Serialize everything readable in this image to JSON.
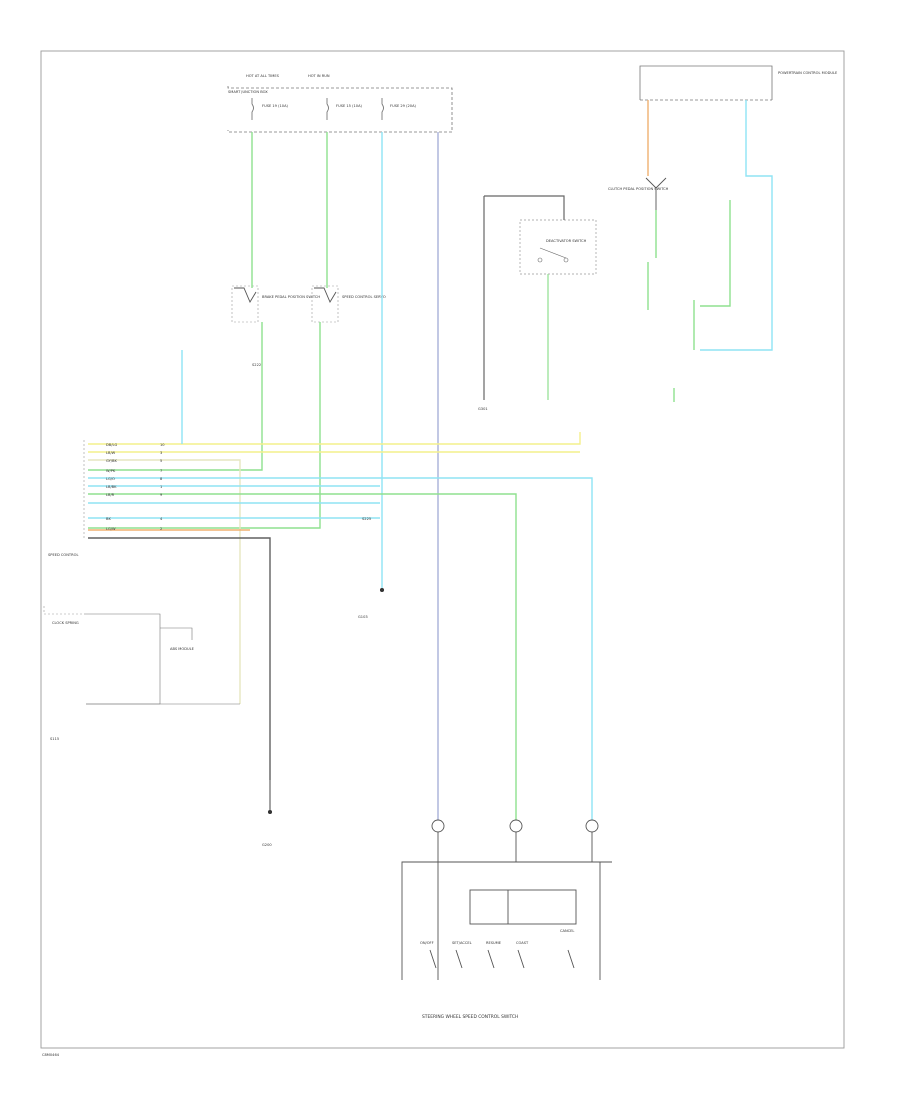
{
  "title": "STEERING WHEEL SPEED CONTROL SWITCH",
  "footer_code": "C8M0464",
  "colors": {
    "green": "#8fe08f",
    "cyan": "#8fe4f4",
    "yellow": "#f4f08c",
    "blue_gray": "#a8b0d8",
    "orange": "#f0b070",
    "dark_gray": "#606060",
    "black": "#222222"
  },
  "labels": {
    "fuse_block": "SMART JUNCTION BOX",
    "fuse_a": "FUSE 19 (10A)",
    "fuse_b": "FUSE 15 (10A)",
    "fuse_c": "FUSE 29 (20A)",
    "hot_a": "HOT AT ALL TIMES",
    "hot_b": "HOT IN RUN",
    "pcm": "POWERTRAIN CONTROL MODULE",
    "brake_switch": "BRAKE PEDAL POSITION SWITCH",
    "deactivator": "DEACTIVATOR SWITCH",
    "speed_control_servo": "SPEED CONTROL SERVO",
    "clock_spring": "CLOCK SPRING",
    "abs_module": "ABS MODULE",
    "speed_control": "SPEED CONTROL",
    "clutch_switch": "CLUTCH PEDAL POSITION SWITCH",
    "gnd_a": "G200",
    "gnd_b": "G103",
    "gnd_c": "G301",
    "splice_a": "S225",
    "splice_b": "S222",
    "splice_c": "S115",
    "on_off": "ON/OFF",
    "set_accel": "SET/ACCEL",
    "resume": "RESUME",
    "coast": "COAST",
    "cancel": "CANCEL"
  },
  "connector_rows": [
    {
      "label": "DB/LG",
      "pin": "10"
    },
    {
      "label": "LB/W",
      "pin": "3"
    },
    {
      "label": "GY/BK",
      "pin": "5"
    },
    {
      "label": "W/PK",
      "pin": "7"
    },
    {
      "label": "LG/O",
      "pin": "8"
    },
    {
      "label": "LB/BK",
      "pin": "1"
    },
    {
      "label": "LB/R",
      "pin": "9"
    },
    {
      "label": "BK",
      "pin": "4"
    },
    {
      "label": "LG/W",
      "pin": "2"
    }
  ]
}
